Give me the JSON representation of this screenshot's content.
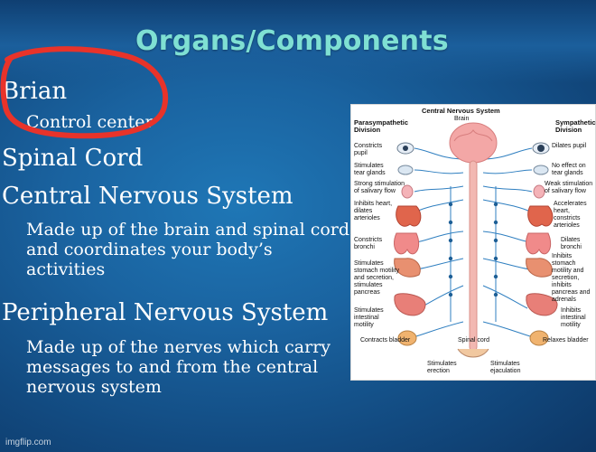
{
  "slide": {
    "title": "Organs/Components",
    "items": [
      {
        "heading": "Brian",
        "sub": "Control center"
      },
      {
        "heading": "Spinal Cord"
      },
      {
        "heading": "Central Nervous System",
        "sub": "Made up of the brain and spinal cord and coordinates your body’s activities"
      },
      {
        "heading": "Peripheral Nervous System",
        "sub": "Made up of the nerves which carry messages to and from the central nervous system"
      }
    ]
  },
  "annotation": {
    "color": "#e8332a"
  },
  "diagram": {
    "title": "Central Nervous System",
    "brain_label": "Brain",
    "parasympathetic_title": "Parasympathetic Division",
    "sympathetic_title": "Sympathetic Division",
    "left_labels": [
      "Constricts pupil",
      "Stimulates tear glands",
      "Strong stimulation of salivary flow",
      "Inhibits heart, dilates arterioles",
      "Constricts bronchi",
      "Stimulates stomach motility and secretion, stimulates pancreas",
      "Stimulates intestinal motility",
      "Contracts bladder"
    ],
    "right_labels": [
      "Dilates pupil",
      "No effect on tear glands",
      "Weak stimulation of salivary flow",
      "Accelerates heart, constricts arterioles",
      "Dilates bronchi",
      "Inhibits stomach motility and secretion, inhibits pancreas and adrenals",
      "Inhibits intestinal motility",
      "Relaxes bladder"
    ],
    "spinal_cord_label": "Spinal cord",
    "bottom_left": "Stimulates erection",
    "bottom_right": "Stimulates ejaculation"
  },
  "watermark": "imgflip.com"
}
